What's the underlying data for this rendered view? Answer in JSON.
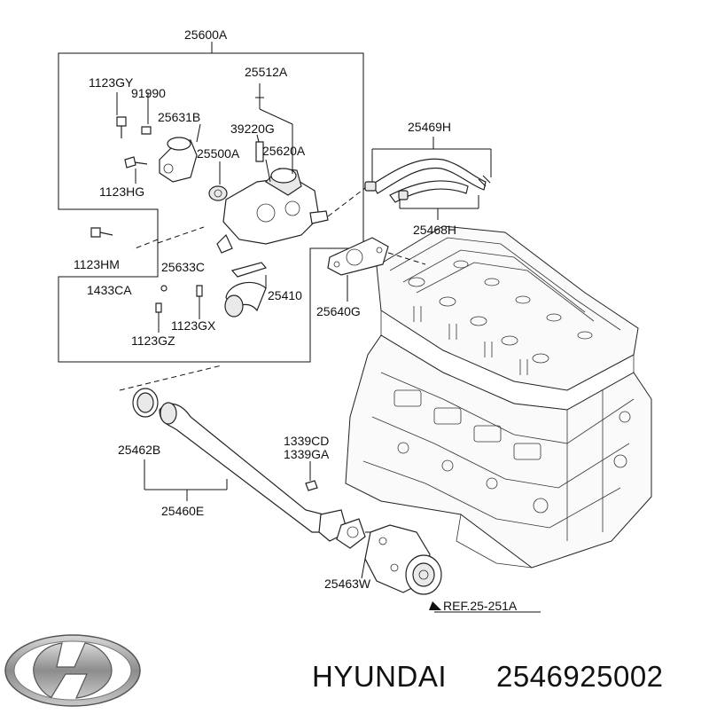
{
  "labels": {
    "p25600A": "25600A",
    "p25512A": "25512A",
    "p1123GY": "1123GY",
    "p91990": "91990",
    "p25631B": "25631B",
    "p39220G": "39220G",
    "p25500A": "25500A",
    "p25620A": "25620A",
    "p1123HG": "1123HG",
    "p25469H": "25469H",
    "p25468H": "25468H",
    "p1123HM": "1123HM",
    "p25633C": "25633C",
    "p1433CA": "1433CA",
    "p25410": "25410",
    "p1123GX": "1123GX",
    "p1123GZ": "1123GZ",
    "p25640G": "25640G",
    "p25462B": "25462B",
    "p1339CD": "1339CD",
    "p1339GA": "1339GA",
    "p25460E": "25460E",
    "p25463W": "25463W",
    "ref": "REF.25-251A"
  },
  "brand": {
    "name": "HYUNDAI",
    "part_number": "2546925002",
    "logo_icon": "hyundai-logo-icon"
  }
}
